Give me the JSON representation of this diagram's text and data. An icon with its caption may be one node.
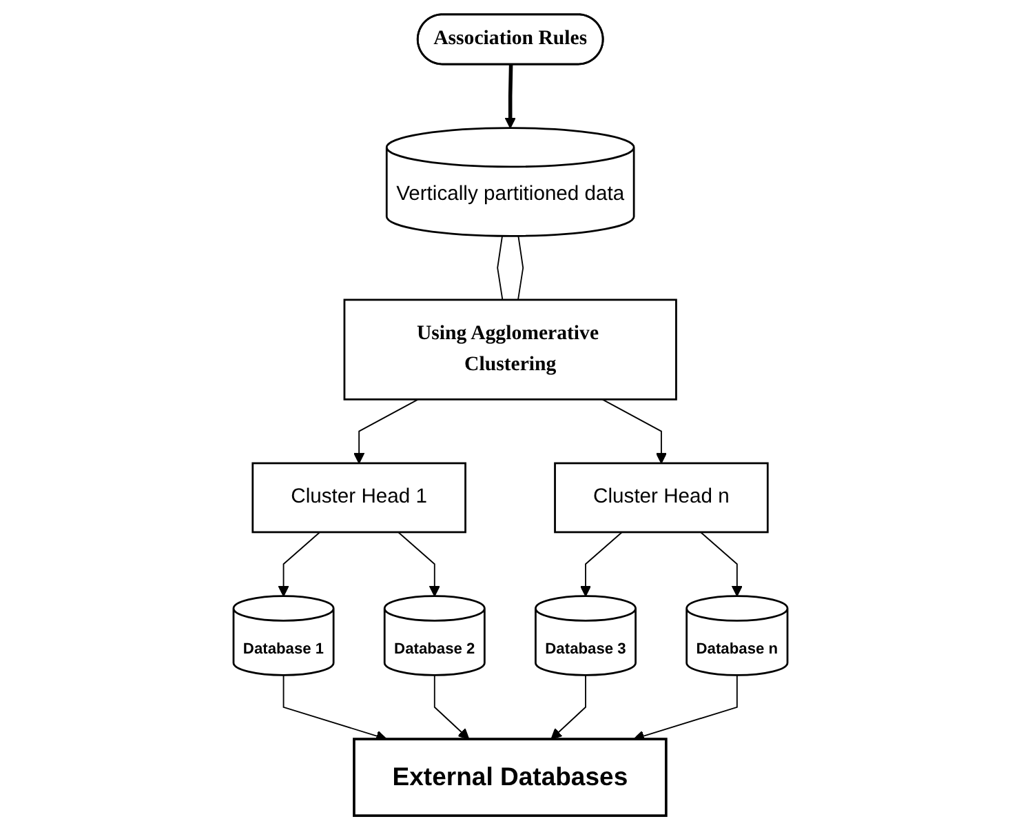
{
  "diagram": {
    "nodes": [
      {
        "text": [
          "Vertically partitioned data"
        ]
      },
      {
        "text": [
          "Association Rules"
        ]
      },
      {
        "text": [
          "Using Agglomerative Clustering"
        ]
      },
      {
        "text": [
          "Cluster Head 1"
        ]
      },
      {
        "text": [
          "Cluster Head n"
        ]
      },
      {
        "text": [
          "Database 1"
        ]
      },
      {
        "text": [
          "Database 2"
        ]
      },
      {
        "text": [
          "Database 3"
        ]
      },
      {
        "text": [
          "Database n"
        ]
      },
      {
        "text": [
          "External Databases"
        ]
      }
    ],
    "edges": [
      {
        "from": 1,
        "to": 0,
        "arrow": "to",
        "style": "thick"
      },
      {
        "from": 0,
        "to": 2,
        "arrow": "none"
      },
      {
        "from": 0,
        "to": 2,
        "arrow": "none"
      },
      {
        "from": 2,
        "to": 3,
        "arrow": "to"
      },
      {
        "from": 2,
        "to": 4,
        "arrow": "to"
      },
      {
        "from": 3,
        "to": 5,
        "arrow": "to"
      },
      {
        "from": 3,
        "to": 6,
        "arrow": "to"
      },
      {
        "from": 4,
        "to": 7,
        "arrow": "to"
      },
      {
        "from": 4,
        "to": 8,
        "arrow": "to"
      },
      {
        "from": 5,
        "to": 9,
        "arrow": "to"
      },
      {
        "from": 6,
        "to": 9,
        "arrow": "to"
      },
      {
        "from": 7,
        "to": 9,
        "arrow": "to"
      },
      {
        "from": 8,
        "to": 9,
        "arrow": "to"
      }
    ]
  }
}
